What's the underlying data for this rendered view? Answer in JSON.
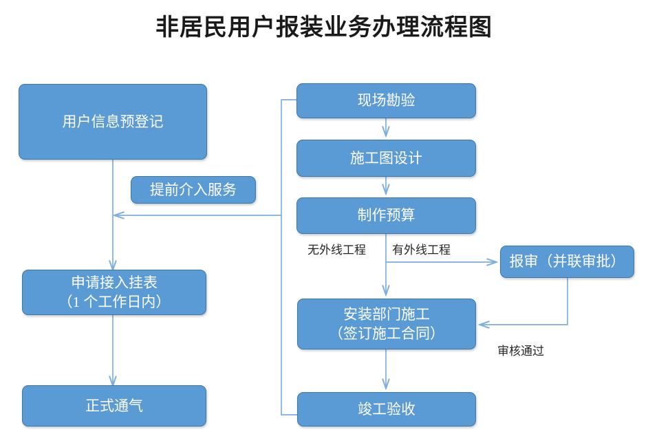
{
  "title": "非居民用户报装业务办理流程图",
  "colors": {
    "node_fill": "#5b9bd5",
    "node_border": "#41779c",
    "node_text": "#ffffff",
    "edge_line": "#7eaedd",
    "label_text": "#262626",
    "title_text": "#1a1a1a",
    "background": "#ffffff"
  },
  "nodes": {
    "pre_register": "用户信息预登记",
    "early_service": "提前介入服务",
    "apply_meter": "申请接入挂表\n（1 个工作日内）",
    "formal_gas": "正式通气",
    "site_survey": "现场勘验",
    "construction_drawing": "施工图设计",
    "budget": "制作预算",
    "review_approval": "报审（并联审批）",
    "install_dept": "安装部门施工\n（签订施工合同）",
    "completion_check": "竣工验收"
  },
  "edge_labels": {
    "no_external": "无外线工程",
    "has_external": "有外线工程",
    "review_passed": "审核通过"
  }
}
